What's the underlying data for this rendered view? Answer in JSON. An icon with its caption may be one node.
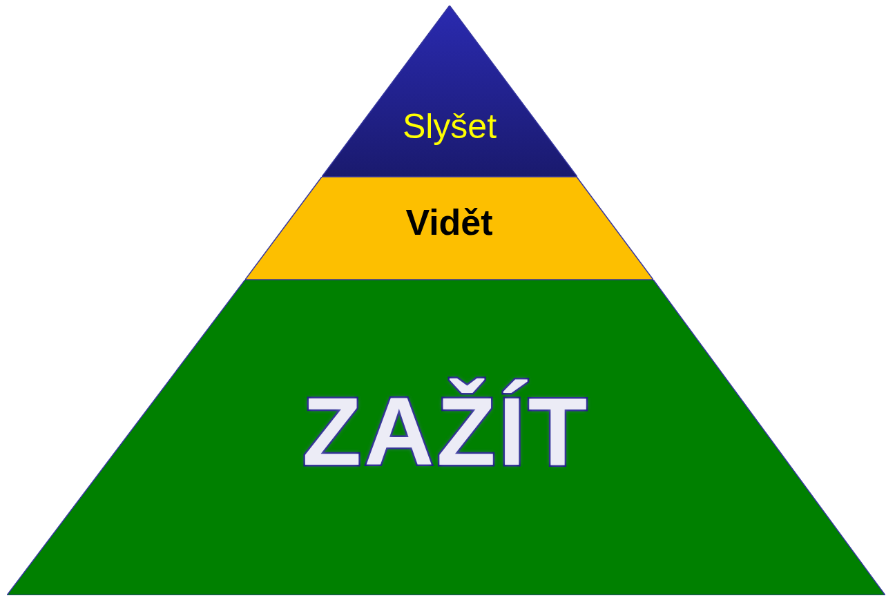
{
  "diagram": {
    "nodes": [
      {
        "text": [
          "Slyšet"
        ]
      },
      {
        "text": [
          "Vidět"
        ]
      },
      {
        "text": [
          "ZAŽÍT"
        ]
      }
    ]
  }
}
